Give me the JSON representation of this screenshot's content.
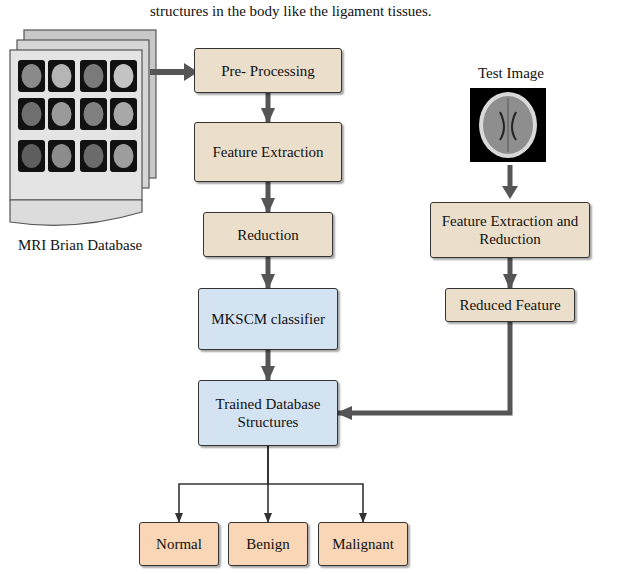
{
  "diagram": {
    "nodes": [
      {
        "text": [
          "Pre- Processing"
        ]
      },
      {
        "text": [
          "Feature Extraction"
        ]
      },
      {
        "text": [
          "Reduction"
        ]
      },
      {
        "text": [
          "MKSCM classifier"
        ]
      },
      {
        "text": [
          "Trained Database Structures"
        ]
      },
      {
        "text": [
          "Feature Extraction and Reduction"
        ]
      },
      {
        "text": [
          "Reduced Feature"
        ]
      },
      {
        "text": [
          "Normal"
        ]
      },
      {
        "text": [
          "Benign"
        ]
      },
      {
        "text": [
          "Malignant"
        ]
      }
    ],
    "edges": [
      {
        "from": 0,
        "to": 1,
        "arrow": "to"
      },
      {
        "from": 1,
        "to": 2,
        "arrow": "to"
      },
      {
        "from": 2,
        "to": 3,
        "arrow": "to"
      },
      {
        "from": 3,
        "to": 4,
        "arrow": "to"
      },
      {
        "from": 5,
        "to": 6,
        "arrow": "to"
      },
      {
        "from": 6,
        "to": 4,
        "arrow": "to"
      },
      {
        "from": 4,
        "to": 7,
        "arrow": "to"
      },
      {
        "from": 4,
        "to": 8,
        "arrow": "to"
      },
      {
        "from": 4,
        "to": 9,
        "arrow": "to"
      }
    ],
    "labels": [
      "structures in the body like the ligament tissues.",
      "MRI Brian Database",
      "Test Image"
    ]
  }
}
